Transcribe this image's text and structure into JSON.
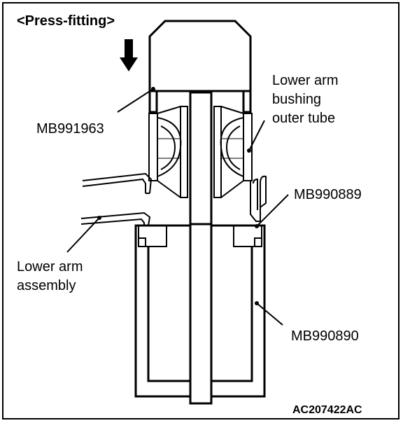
{
  "title": "<Press-fitting>",
  "figure_code": "AC207422AC",
  "labels": {
    "lower_arm_bushing_outer_tube": [
      "Lower arm",
      "bushing",
      "outer tube"
    ],
    "mb991963": "MB991963",
    "mb990889": "MB990889",
    "lower_arm_assembly": [
      "Lower arm",
      "assembly"
    ],
    "mb990890": "MB990890"
  },
  "colors": {
    "line": "#000000",
    "background": "#ffffff"
  }
}
